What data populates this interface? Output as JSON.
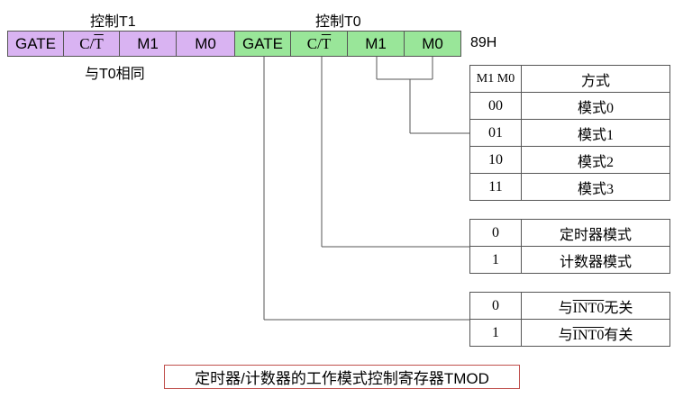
{
  "register": {
    "title_t1": "控制T1",
    "title_t0": "控制T0",
    "note_t1": "与T0相同",
    "address": "89H",
    "t1_cells": [
      "GATE",
      "C",
      "T",
      "M1",
      "M0"
    ],
    "t0_cells": [
      "GATE",
      "C",
      "T",
      "M1",
      "M0"
    ]
  },
  "mode_table": {
    "header": [
      "M1 M0",
      "方式"
    ],
    "rows": [
      [
        "00",
        "模式0"
      ],
      [
        "01",
        "模式1"
      ],
      [
        "10",
        "模式2"
      ],
      [
        "11",
        "模式3"
      ]
    ]
  },
  "ct_table": {
    "rows": [
      [
        "0",
        "定时器模式"
      ],
      [
        "1",
        "计数器模式"
      ]
    ]
  },
  "gate_table": {
    "rows": [
      {
        "val": "0",
        "pre": "与",
        "over": "INT0",
        "post": "无关"
      },
      {
        "val": "1",
        "pre": "与",
        "over": "INT0",
        "post": "有关"
      }
    ]
  },
  "caption": "定时器/计数器的工作模式控制寄存器TMOD",
  "colors": {
    "t1_fill": "#d9b3f2",
    "t0_fill": "#99e699",
    "caption_border": "#c0504d"
  }
}
